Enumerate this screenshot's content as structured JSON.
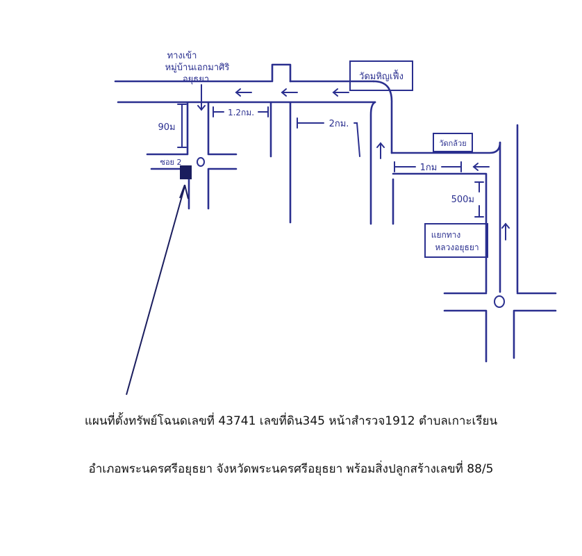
{
  "map": {
    "labels": {
      "entrance": [
        "ทางเข้า",
        "หมู่บ้านเอกมาศิริ",
        "อยุธยา"
      ],
      "temple_top": "วัดมหิญเฟื้ง",
      "temple_mid": "วัดกล้วย",
      "junction": [
        "แยกทาง",
        "หลวงอยุธยา"
      ],
      "soi": "ซอย 2",
      "dist_90m": "90ม",
      "dist_1_2km": "1.2กม.",
      "dist_2km": "2กม.",
      "dist_1km": "1กม",
      "dist_500m": "500ม"
    }
  },
  "caption": {
    "line1": "แผนที่ตั้งทรัพย์โฉนดเลขที่ 43741 เลขที่ดิน345 หน้าสำรวจ1912 ตำบลเกาะเรียน",
    "line2": "อำเภอพระนครศรีอยุธยา จังหวัดพระนครศรีอยุธยา พร้อมสิ่งปลูกสร้างเลขที่ 88/5"
  }
}
